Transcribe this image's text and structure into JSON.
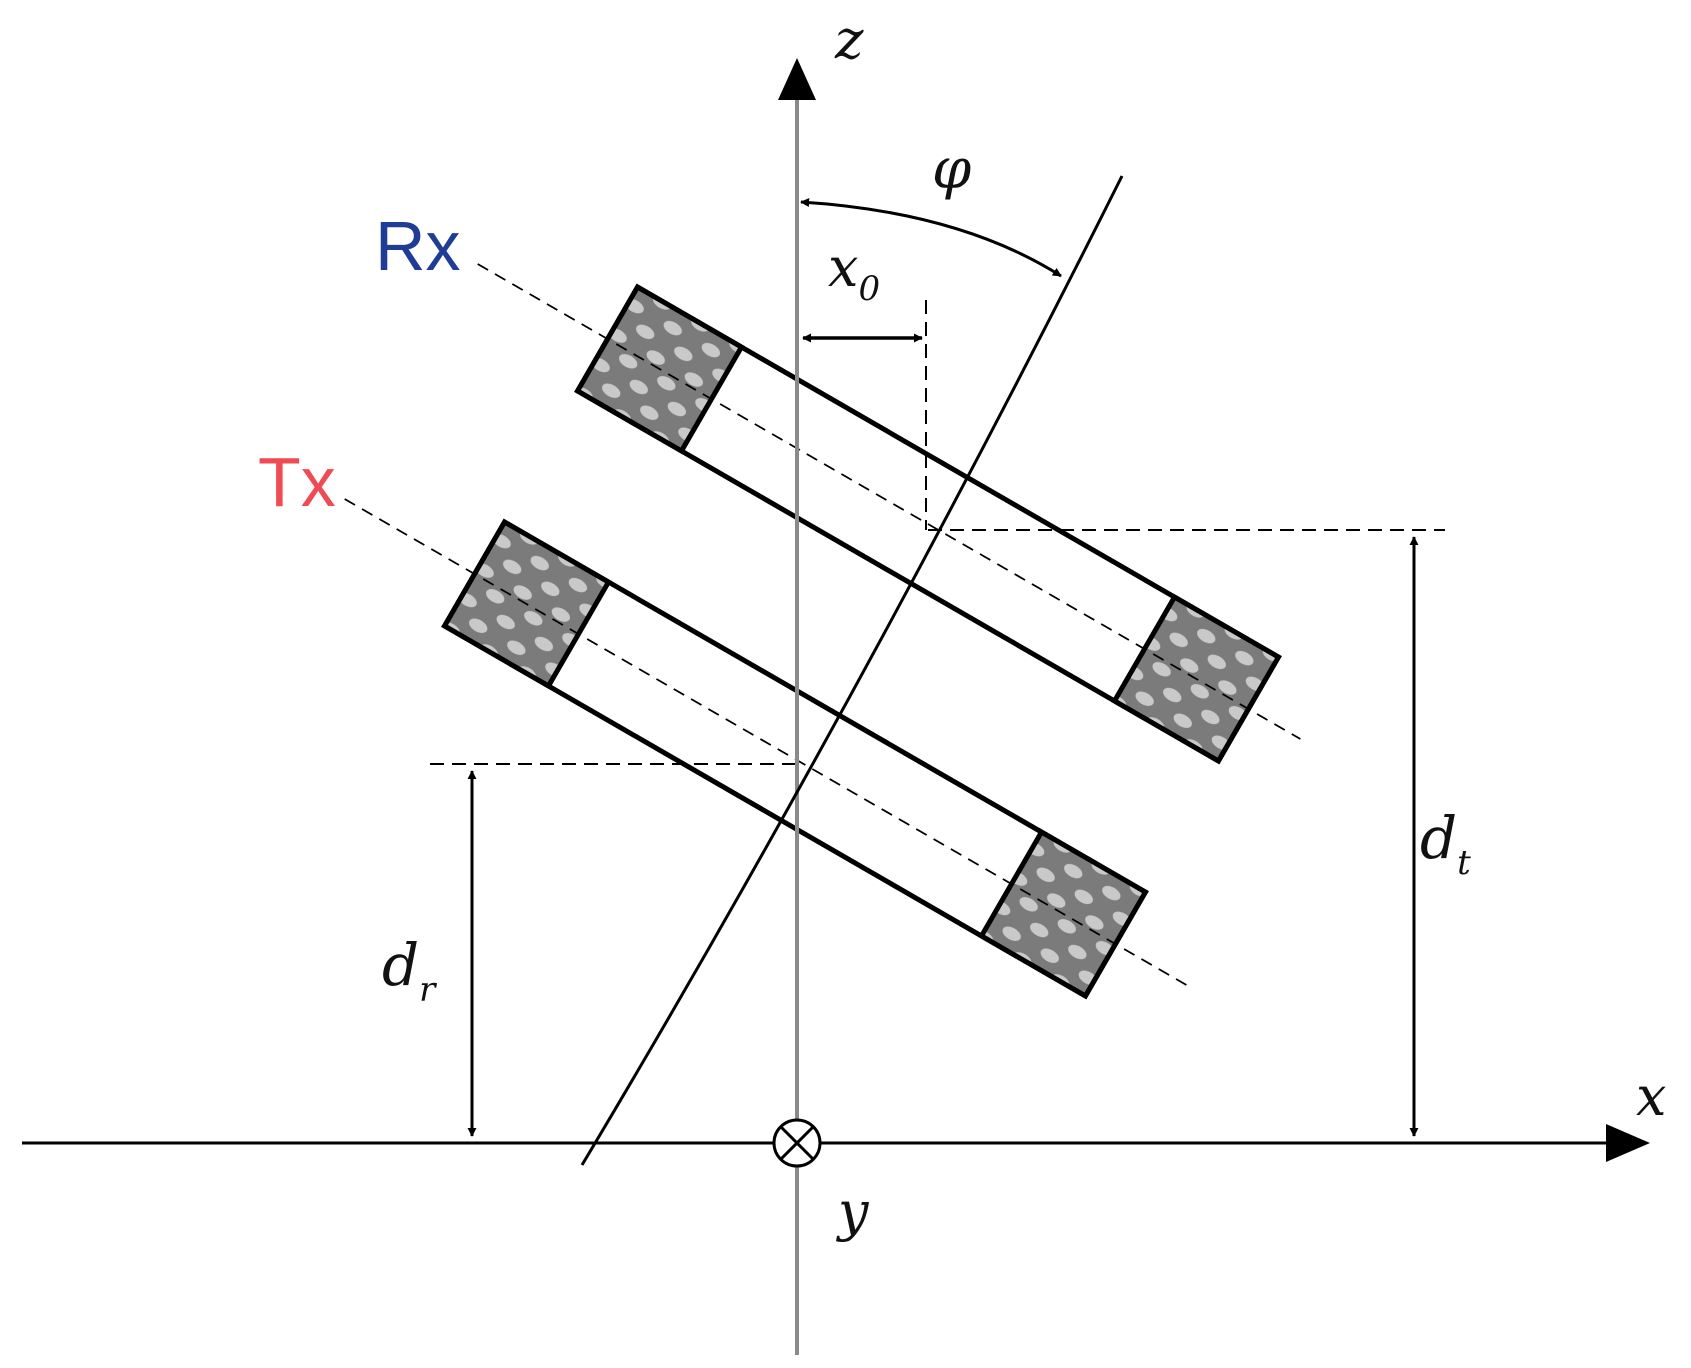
{
  "diagram": {
    "axes": {
      "z_label": "z",
      "x_label": "x",
      "y_label": "y"
    },
    "angle_label": "φ",
    "offset_label": {
      "main": "x",
      "sub": "0"
    },
    "coils": {
      "rx_label": "Rx",
      "tx_label": "Tx",
      "rx_color": "#1f3c97",
      "tx_color": "#ef4b55"
    },
    "distances": {
      "dt": {
        "main": "d",
        "sub": "t"
      },
      "dr": {
        "main": "d",
        "sub": "r"
      }
    }
  }
}
